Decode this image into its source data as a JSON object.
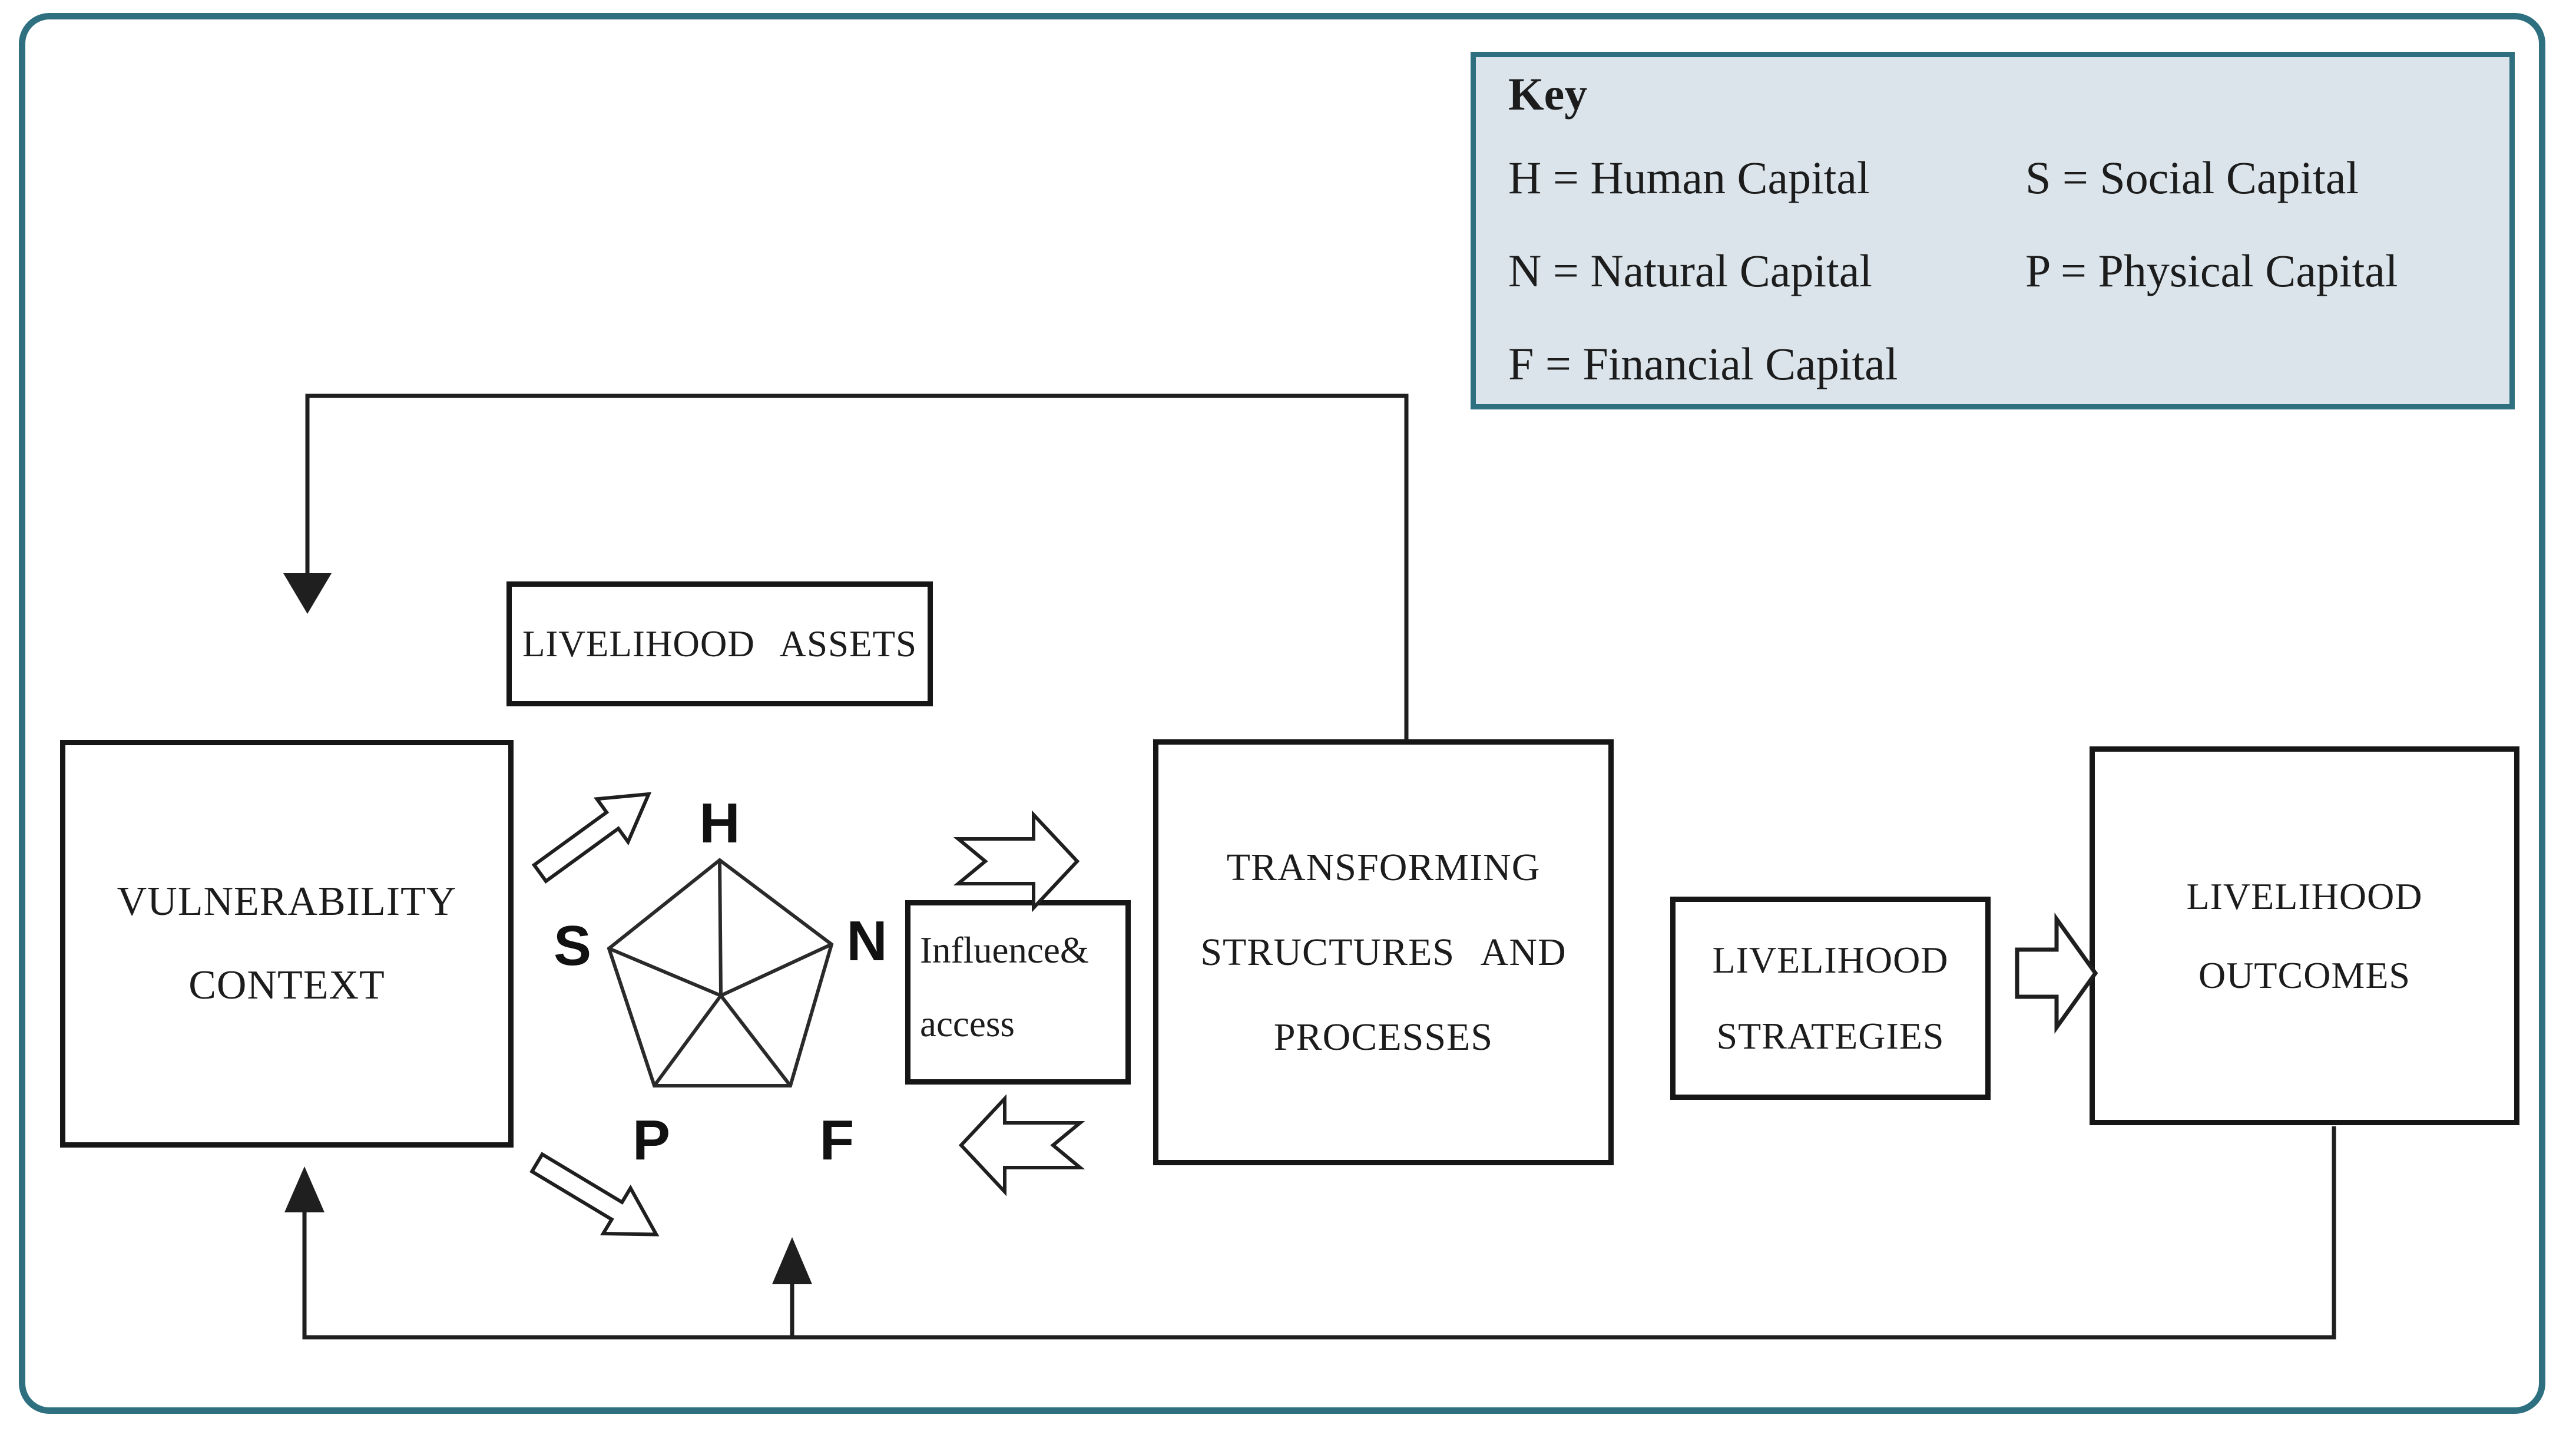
{
  "key_panel": {
    "title": "Key",
    "rows": [
      {
        "left": "H = Human Capital",
        "right": "S = Social Capital"
      },
      {
        "left": "N = Natural Capital",
        "right": "P = Physical Capital"
      },
      {
        "left": "F = Financial Capital",
        "right": ""
      }
    ]
  },
  "boxes": {
    "livelihood_assets": {
      "label": "LIVELIHOOD ASSETS"
    },
    "vulnerability_context": {
      "line1": "VULNERABILITY",
      "line2": "CONTEXT"
    },
    "influence_access": {
      "line1": "Influence&",
      "line2": "access"
    },
    "transforming": {
      "line1": "TRANSFORMING",
      "line2": "STRUCTURES AND",
      "line3": "PROCESSES"
    },
    "strategies": {
      "line1": "LIVELIHOOD",
      "line2": "STRATEGIES"
    },
    "outcomes": {
      "line1": "LIVELIHOOD",
      "line2": "OUTCOMES"
    }
  },
  "pentagon": {
    "top": "H",
    "left": "S",
    "right": "N",
    "bottom_left": "P",
    "bottom_right": "F"
  },
  "colors": {
    "frame_teal": "#2e6f80",
    "key_fill": "#dae4ea",
    "ink": "#1c1c1c"
  }
}
